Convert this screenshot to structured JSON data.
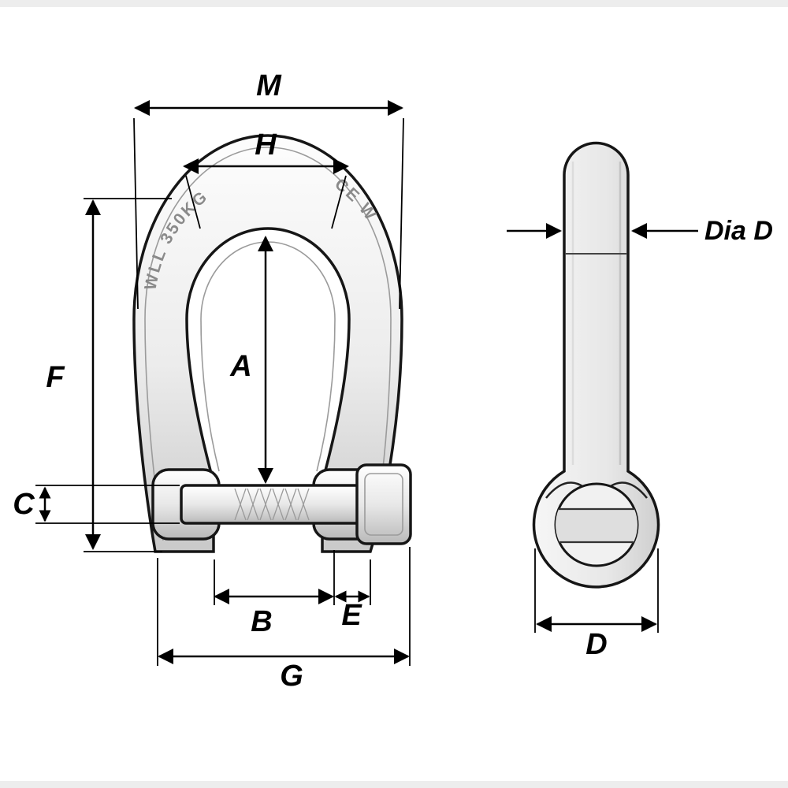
{
  "figure": {
    "type": "technical-diagram",
    "subject": "Bow shackle dimension drawing: front view and side view with dimension callouts",
    "front_view": {
      "dimensions": {
        "M": "M",
        "H": "H",
        "A": "A",
        "F": "F",
        "C": "C",
        "B": "B",
        "E": "E",
        "G": "G"
      },
      "engravings": {
        "wll": "WLL 350KG",
        "ce": "CE W"
      }
    },
    "side_view": {
      "dimensions": {
        "dia": "Dia D",
        "D": "D"
      }
    },
    "colors": {
      "outline": "#161616",
      "dimension_line": "#000000",
      "body_light": "#fdfdfd",
      "body_shade": "#c9c9c9",
      "engraving": "#8a8a8a",
      "background": "#ffffff"
    }
  }
}
